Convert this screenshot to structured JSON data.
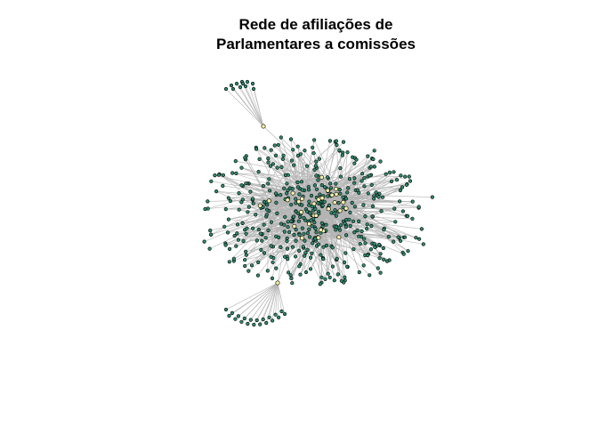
{
  "title": {
    "line1": "Rede de afiliações de",
    "line2": "Parlamentares a comissões"
  },
  "legend": [],
  "colors": {
    "background": "#ffffff",
    "edge": "#b4b4b4",
    "node_outline": "#000000",
    "parlamentar_node": "#2e8b6f",
    "comissao_node": "#f5f0a8",
    "title_text": "#000000"
  },
  "network": {
    "type": "bipartite-network",
    "node_kinds": [
      "parlamentar",
      "comissao"
    ],
    "node_counts_estimate": {
      "parlamentar": 520,
      "comissao": 30
    }
  }
}
